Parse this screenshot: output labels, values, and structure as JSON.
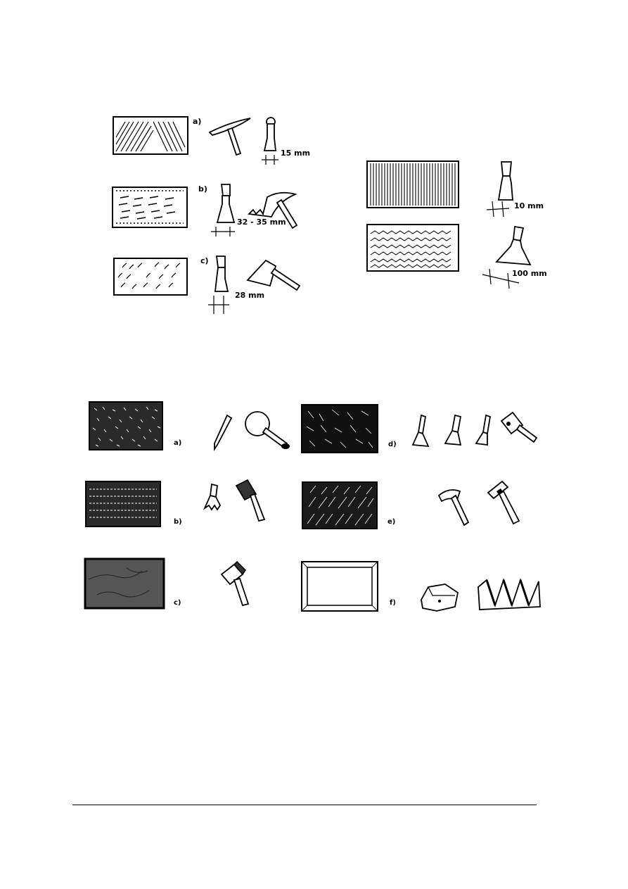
{
  "figure_top": {
    "rows": [
      {
        "label": "a)",
        "dimension": "15 mm"
      },
      {
        "label": "b)",
        "dimension": "32 - 35 mm"
      },
      {
        "label": "c)",
        "dimension": "28 mm"
      }
    ],
    "right": [
      {
        "dimension": "10 mm"
      },
      {
        "dimension": "100 mm"
      }
    ]
  },
  "figure_bottom": {
    "items": [
      {
        "label": "a)"
      },
      {
        "label": "b)"
      },
      {
        "label": "c)"
      },
      {
        "label": "d)"
      },
      {
        "label": "e)"
      },
      {
        "label": "f)"
      }
    ]
  }
}
